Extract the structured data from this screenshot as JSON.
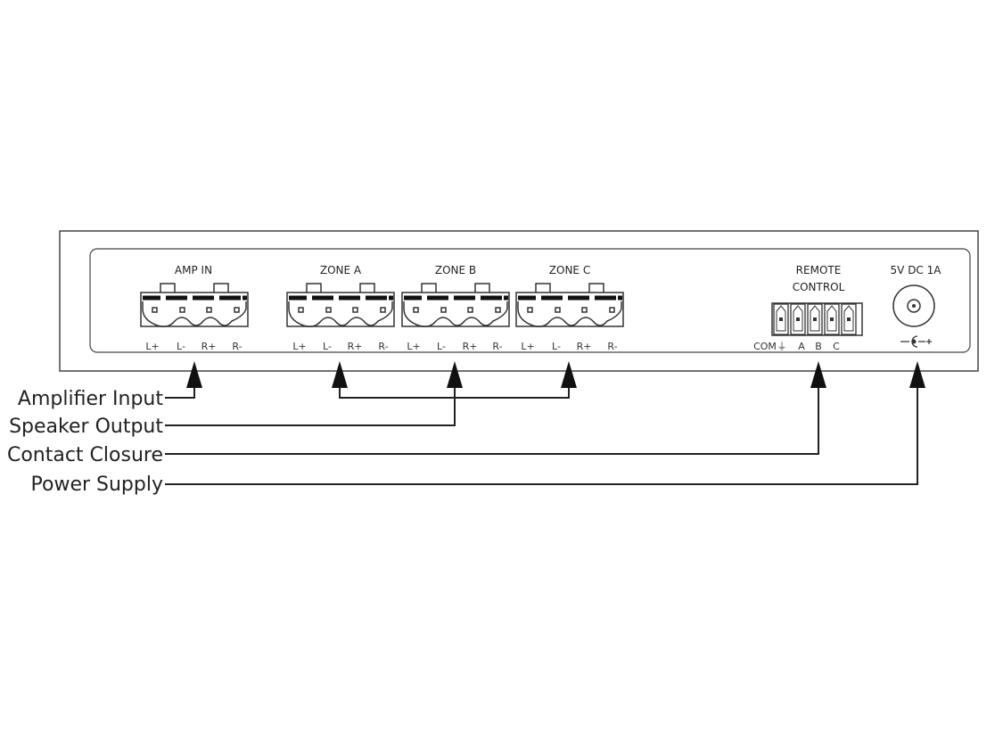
{
  "panel": {
    "amp_in": {
      "title": "AMP IN",
      "pins": [
        "L+",
        "L-",
        "R+",
        "R-"
      ]
    },
    "zones": [
      {
        "title": "ZONE A",
        "pins": [
          "L+",
          "L-",
          "R+",
          "R-"
        ]
      },
      {
        "title": "ZONE B",
        "pins": [
          "L+",
          "L-",
          "R+",
          "R-"
        ]
      },
      {
        "title": "ZONE C",
        "pins": [
          "L+",
          "L-",
          "R+",
          "R-"
        ]
      }
    ],
    "remote": {
      "title_line1": "REMOTE",
      "title_line2": "CONTROL",
      "pins": [
        "COM",
        "⏚",
        "A",
        "B",
        "C"
      ]
    },
    "power": {
      "title": "5V DC 1A",
      "polarity": "-⊖-+"
    }
  },
  "callouts": [
    {
      "label": "Amplifier Input"
    },
    {
      "label": "Speaker Output"
    },
    {
      "label": "Contact Closure"
    },
    {
      "label": "Power Supply"
    }
  ]
}
